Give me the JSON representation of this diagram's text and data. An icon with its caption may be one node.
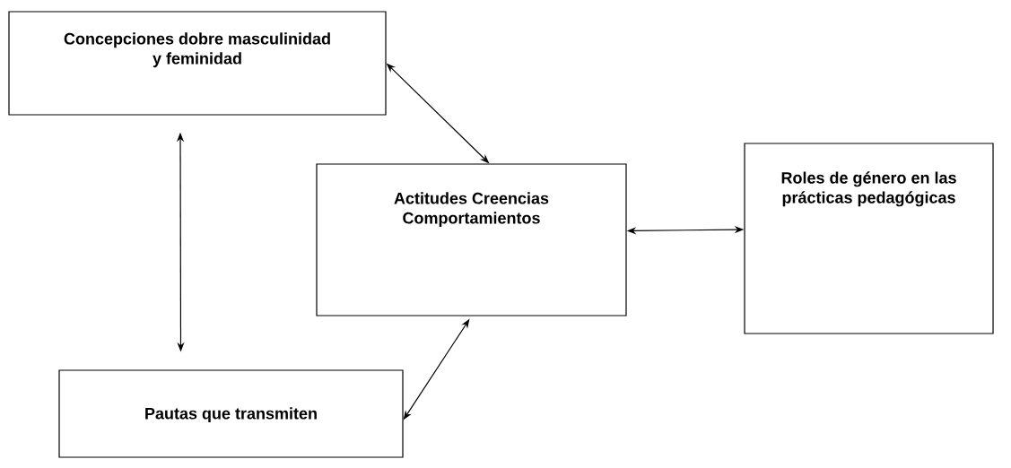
{
  "diagram": {
    "nodes": [
      {
        "text": [
          "Concepciones dobre masculinidad y feminidad"
        ]
      },
      {
        "text": [
          "Actitudes Creencias Comportamientos"
        ]
      },
      {
        "text": [
          "Roles de género en las prácticas pedagógicas"
        ]
      },
      {
        "text": [
          "Pautas que transmiten"
        ]
      }
    ],
    "edges": [
      {
        "from": 0,
        "to": 1,
        "arrow": "both"
      },
      {
        "from": 0,
        "to": 3,
        "arrow": "both"
      },
      {
        "from": 1,
        "to": 2,
        "arrow": "both"
      },
      {
        "from": 3,
        "to": 1,
        "arrow": "both"
      }
    ]
  }
}
